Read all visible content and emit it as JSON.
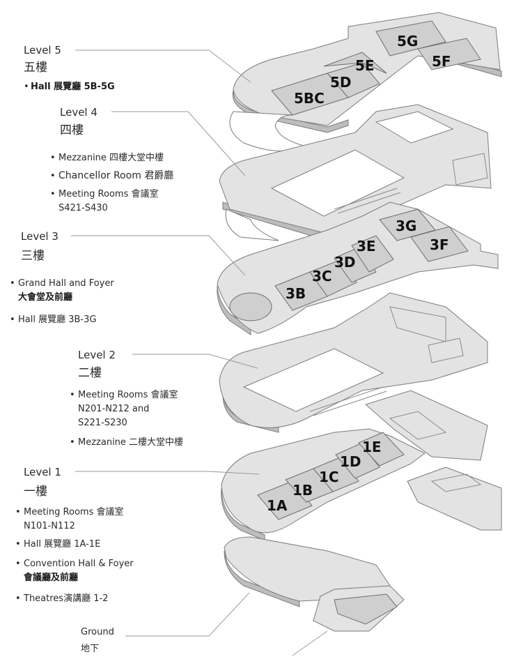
{
  "levels": {
    "l5": {
      "title": "Level 5",
      "cn": "五樓",
      "items": [
        {
          "text": "Hall 展覽廳 5B-5G"
        }
      ],
      "halls": [
        "5BC",
        "5D",
        "5E",
        "5F",
        "5G"
      ]
    },
    "l4": {
      "title": "Level 4",
      "cn": "四樓",
      "items": [
        {
          "text": "Mezzanine 四樓大堂中樓"
        },
        {
          "text": "Chancellor Room 君爵廳"
        },
        {
          "text": "Meeting Rooms 會議室",
          "text2": "S421-S430"
        }
      ]
    },
    "l3": {
      "title": "Level 3",
      "cn": "三樓",
      "items": [
        {
          "text": "Grand Hall and Foyer",
          "text2": "大會堂及前廳"
        },
        {
          "text": "Hall 展覽廳 3B-3G"
        }
      ],
      "halls": [
        "3B",
        "3C",
        "3D",
        "3E",
        "3F",
        "3G"
      ]
    },
    "l2": {
      "title": "Level 2",
      "cn": "二樓",
      "items": [
        {
          "text": "Meeting Rooms 會議室",
          "text2": "N201-N212 and",
          "text3": "S221-S230"
        },
        {
          "text": "Mezzanine 二樓大堂中樓"
        }
      ]
    },
    "l1": {
      "title": "Level 1",
      "cn": "一樓",
      "items": [
        {
          "text": "Meeting Rooms 會議室",
          "text2": "N101-N112"
        },
        {
          "text": "Hall 展覽廳 1A-1E"
        },
        {
          "text": "Convention Hall & Foyer",
          "text2": "會議廳及前廳"
        },
        {
          "text": "Theatres演講廳 1-2"
        }
      ],
      "halls": [
        "1A",
        "1B",
        "1C",
        "1D",
        "1E"
      ]
    },
    "ground": {
      "title": "Ground",
      "cn": "地下"
    }
  }
}
